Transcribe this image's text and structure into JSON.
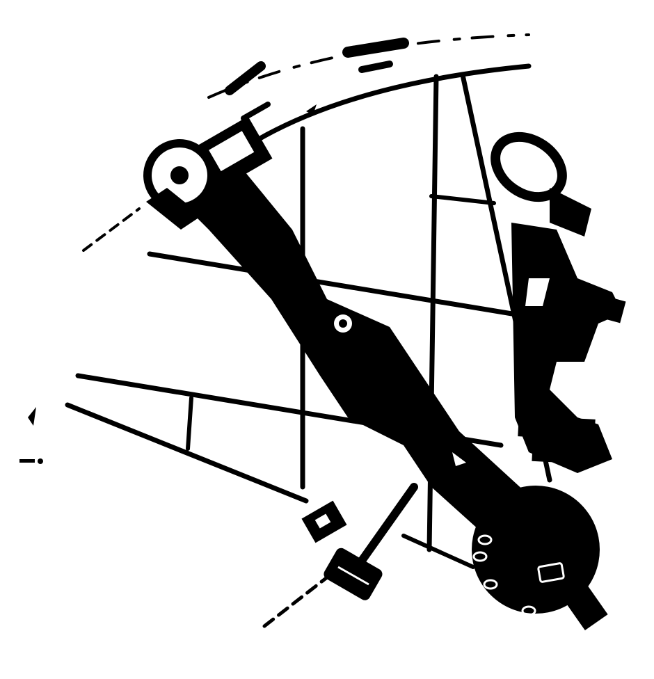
{
  "image": {
    "kind": "high-contrast black and white photograph",
    "subject": "sextant",
    "colors": {
      "background": "#ffffff",
      "ink": "#000000"
    },
    "parts": [
      "sextant-frame",
      "arc-limb",
      "index-arm",
      "index-mirror",
      "horizon-mirror",
      "telescope-ring",
      "handle",
      "micrometer-drum",
      "vernier-clamp",
      "shade-glasses"
    ]
  }
}
